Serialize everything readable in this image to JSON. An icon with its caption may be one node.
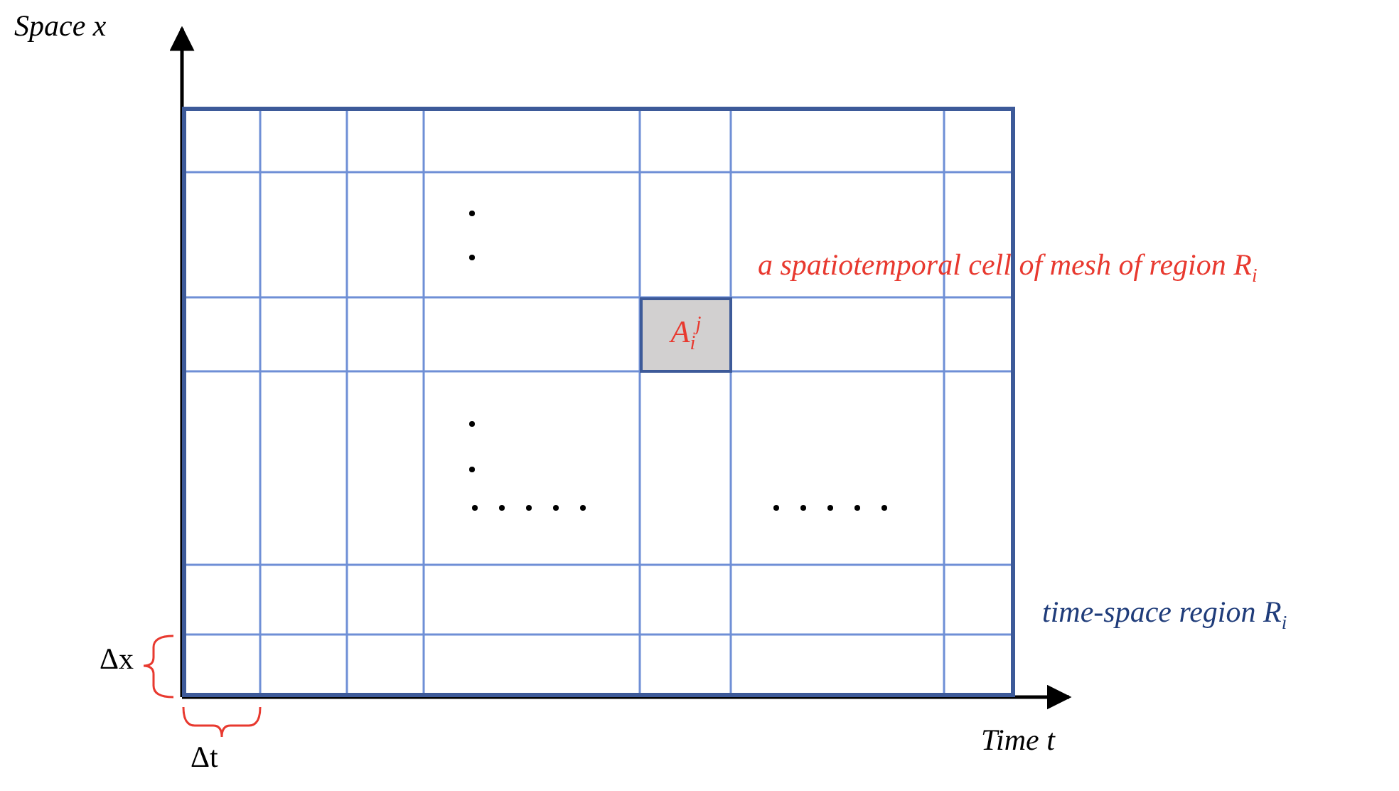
{
  "diagram": {
    "nodes": [
      {
        "text": [],
        "shape": "box",
        "beside": [
          "time-space region R$_{i}$"
        ]
      },
      {
        "text": [
          "A$_{i}$$^{j}$"
        ],
        "in": 0
      }
    ],
    "edges": [],
    "labels": [
      "Space x",
      "a spatiotemporal cell of mesh of region R$_{i}$",
      "Δx",
      "Δt",
      "Time t"
    ]
  }
}
